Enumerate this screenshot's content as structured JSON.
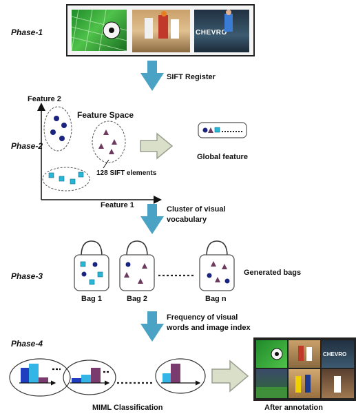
{
  "phases": {
    "p1": "Phase-1",
    "p2": "Phase-2",
    "p3": "Phase-3",
    "p4": "Phase-4"
  },
  "steps": {
    "sift_register": "SIFT Register",
    "cluster_line1": "Cluster of visual",
    "cluster_line2": "vocabulary",
    "freq_line1": "Frequency of visual",
    "freq_line2": "words and image index"
  },
  "feature_space": {
    "title": "Feature Space",
    "y_axis": "Feature 2",
    "x_axis": "Feature 1",
    "sift_note": "128 SIFT elements",
    "global_feature": "Global feature"
  },
  "bags": {
    "labels": [
      "Bag 1",
      "Bag 2",
      "Bag n"
    ],
    "generated": "Generated bags"
  },
  "bottom": {
    "miml": "MIML Classification",
    "after": "After annotation"
  },
  "images": {
    "overlay_text": "CHEVRO"
  },
  "colors": {
    "arrow_blue": "#4aa3c4",
    "dot_navy": "#1a237e",
    "triangle_purple": "#6b3a5e",
    "square_cyan": "#29b6d6",
    "bar_blue": "#1f3fbf",
    "bar_cyan": "#33b5e5",
    "bar_purple": "#7a3b6e",
    "hollow_arrow_fill": "#d9dfc8"
  }
}
